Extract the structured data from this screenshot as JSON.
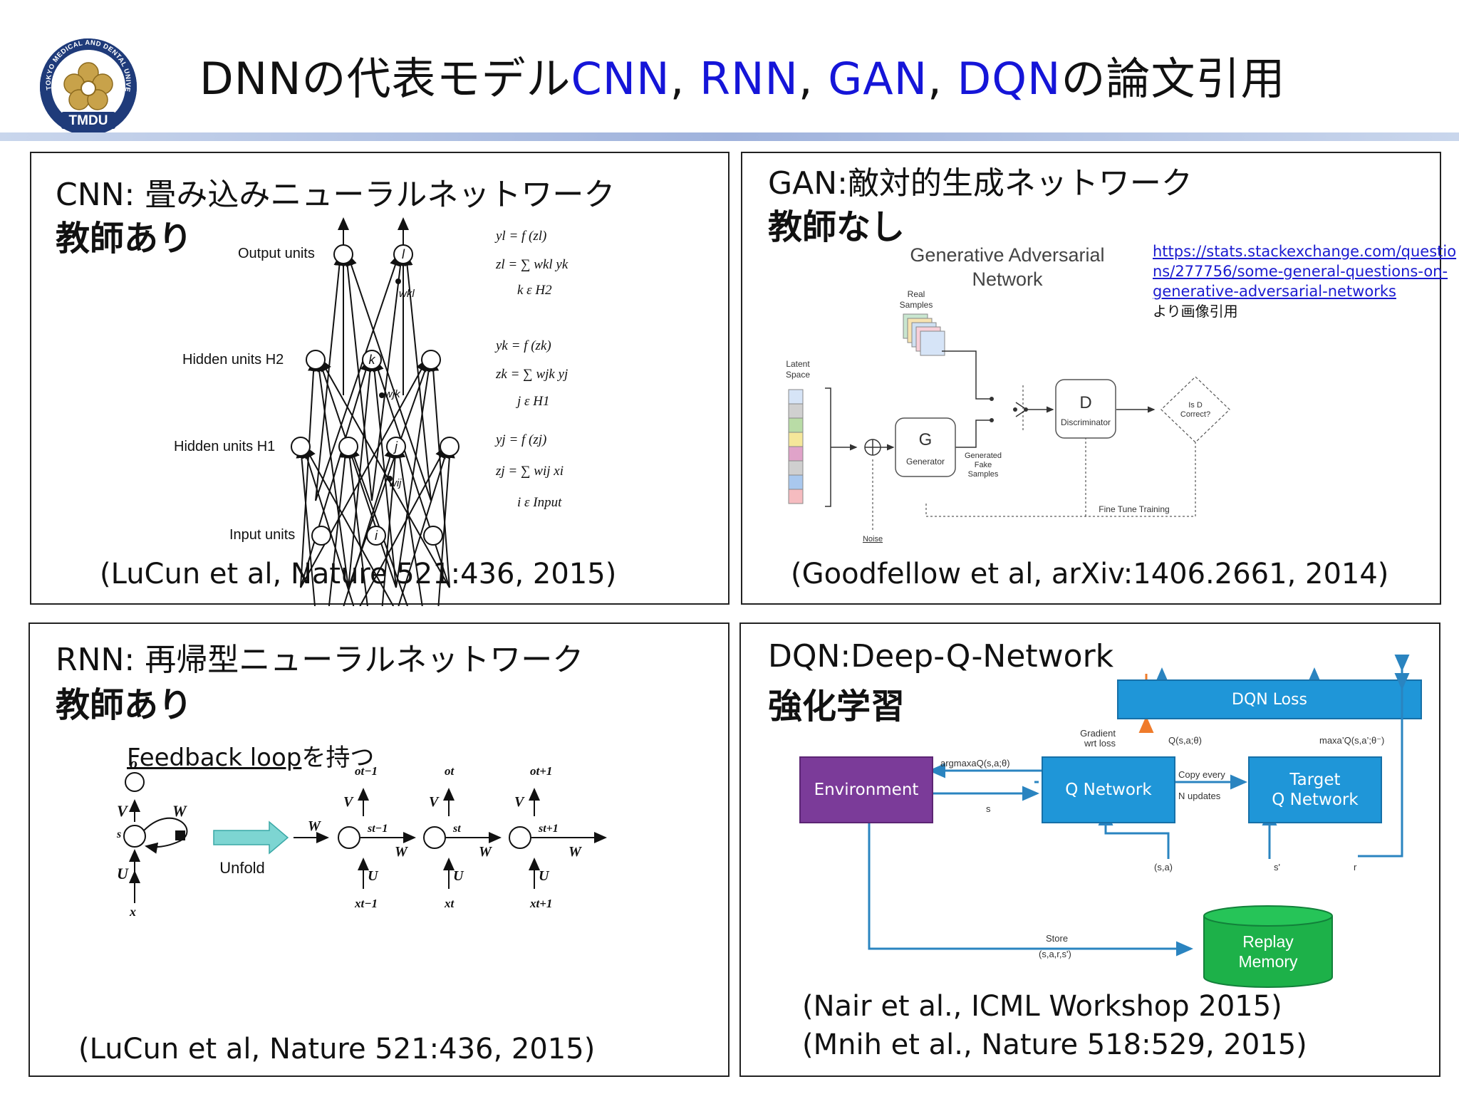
{
  "header": {
    "logo_ring": "TOKYO MEDICAL AND DENTAL UNIVERSITY",
    "logo_abbr": "TMDU",
    "title_parts": [
      "DNNの代表モデル",
      "CNN",
      ", ",
      "RNN",
      ", ",
      "GAN",
      ", ",
      "DQN",
      "の論文引用"
    ]
  },
  "cnn": {
    "heading": "CNN: 畳み込みニューラルネットワーク",
    "subheading": "教師あり",
    "labels": {
      "output": "Output units",
      "h2": "Hidden units H2",
      "h1": "Hidden units H1",
      "input": "Input units"
    },
    "node_labels": {
      "l": "l",
      "k": "k",
      "j": "j",
      "i": "i"
    },
    "weights": {
      "wkl": "wkl",
      "wjk": "wjk",
      "wij": "wij"
    },
    "equations": [
      {
        "y": "yl = f (zl)",
        "z": "zl = ∑ wkl yk",
        "sub": "k ε H2"
      },
      {
        "y": "yk = f (zk)",
        "z": "zk = ∑ wjk yj",
        "sub": "j ε H1"
      },
      {
        "y": "yj = f (zj)",
        "z": "zj = ∑ wij xi",
        "sub": "i ε Input"
      }
    ],
    "citation": "(LuCun et al, Nature 521:436, 2015)"
  },
  "gan": {
    "heading": "GAN:敵対的生成ネットワーク",
    "subheading": "教師なし",
    "diagram_title_1": "Generative Adversarial",
    "diagram_title_2": "Network",
    "link_lines": [
      "https://stats.stackexchange.com/questio",
      "ns/277756/some-general-questions-on-",
      "generative-adversarial-networks"
    ],
    "link_note": "より画像引用",
    "labels": {
      "real_1": "Real",
      "real_2": "Samples",
      "latent_1": "Latent",
      "latent_2": "Space",
      "g": "G",
      "generator": "Generator",
      "d": "D",
      "discriminator": "Discriminator",
      "gen_1": "Generated",
      "gen_2": "Fake",
      "gen_3": "Samples",
      "isd_1": "Is D",
      "isd_2": "Correct?",
      "fine": "Fine Tune Training",
      "noise": "Noise"
    },
    "colors": {
      "latent": [
        "#d6e4f7",
        "#d0d0d0",
        "#b9dca6",
        "#f5e79a",
        "#e0a3c9",
        "#cfcfcf",
        "#a9c8ee",
        "#f6bcc0"
      ],
      "real": [
        "#c9e6cf",
        "#f7e3b0",
        "#cfe0f2",
        "#f8cfd9",
        "#d6e4f7"
      ]
    },
    "citation": "(Goodfellow et al, arXiv:1406.2661, 2014)"
  },
  "rnn": {
    "heading": "RNN: 再帰型ニューラルネットワーク",
    "subheading": "教師あり",
    "feedback": "Feedback loop",
    "feedback_suffix": "を持つ",
    "labels": {
      "o": "o",
      "v": "V",
      "s": "s",
      "w": "W",
      "u": "U",
      "x": "x",
      "unfold": "Unfold"
    },
    "steps": [
      {
        "o": "ot−1",
        "s": "st−1",
        "x": "xt−1"
      },
      {
        "o": "ot",
        "s": "st",
        "x": "xt"
      },
      {
        "o": "ot+1",
        "s": "st+1",
        "x": "xt+1"
      }
    ],
    "citation": "(LuCun et al, Nature 521:436, 2015)"
  },
  "dqn": {
    "heading": "DQN:Deep-Q-Network",
    "subheading": "強化学習",
    "boxes": {
      "loss": "DQN Loss",
      "env": "Environment",
      "qnet": "Q Network",
      "target_1": "Target",
      "target_2": "Q Network",
      "replay_1": "Replay",
      "replay_2": "Memory"
    },
    "edges": {
      "gradient_1": "Gradient",
      "gradient_2": "wrt loss",
      "q_sa": "Q(s,a;θ)",
      "maxq": "maxa’Q(s,a’;θ⁻)",
      "argmax": "argmaxaQ(s,a;θ)",
      "s": "s",
      "copy_1": "Copy every",
      "copy_2": "N updates",
      "sa": "(s,a)",
      "s_prime": "s'",
      "r": "r",
      "store_1": "Store",
      "store_2": "(s,a,r,s')"
    },
    "colors": {
      "box": "#1f96d8",
      "env": "#7b3b99",
      "replay": "#1db149",
      "arrow": "#2a84c0",
      "gradient": "#ef7b2b"
    },
    "citations": [
      "(Nair et al., ICML Workshop 2015)",
      "(Mnih et al., Nature 518:529, 2015)"
    ]
  }
}
